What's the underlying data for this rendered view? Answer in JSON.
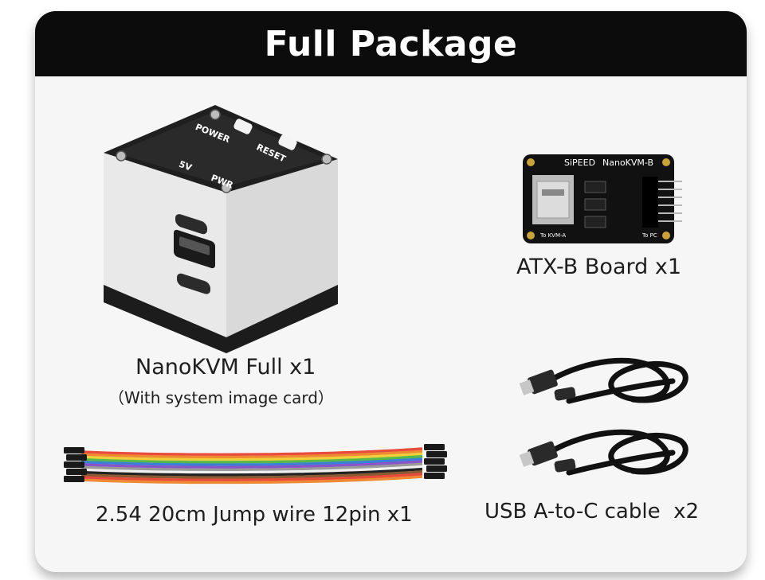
{
  "title": "Full Package",
  "items": {
    "nanokvm": {
      "name": "NanoKVM Full x1",
      "note": "（With system image card）",
      "labels": {
        "power": "POWER",
        "reset": "RESET",
        "five_v": "5V",
        "pwr": "PWR"
      }
    },
    "atx_board": {
      "name": "ATX-B Board x1",
      "brand": "SiPEED",
      "model": "NanoKVM-B",
      "left_label": "To KVM-A",
      "right_label": "To PC"
    },
    "jump_wire": {
      "name": "2.54 20cm Jump wire 12pin x1"
    },
    "usb_cable": {
      "name": "USB A-to-C cable  x2"
    }
  },
  "colors": {
    "header_bg": "#0c0c0c",
    "card_bg": "#f6f6f6",
    "text": "#1e1e1e"
  },
  "wire_colors": [
    "#e84a3c",
    "#ef8a34",
    "#f1cf3a",
    "#58b84a",
    "#3b7fd6",
    "#8b53c8",
    "#9a9a9a",
    "#ffffff",
    "#222222",
    "#8a5a33",
    "#e84a3c",
    "#ef8a34"
  ]
}
